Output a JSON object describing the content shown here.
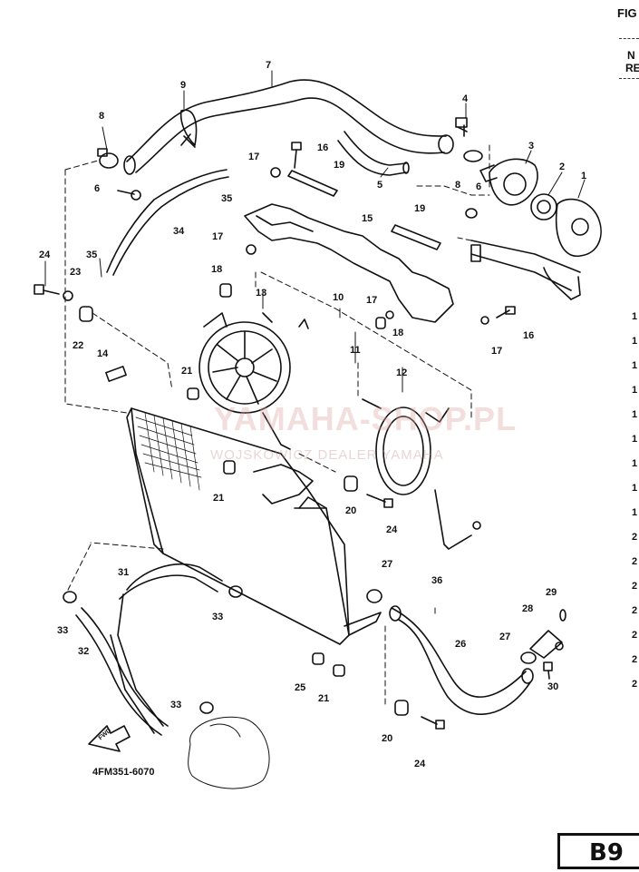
{
  "header": {
    "fig": "FIG",
    "n": "N",
    "re": "RE"
  },
  "diagram_code": "4FM351-6070",
  "fwd_label": "FWD",
  "page_box": "B9",
  "watermark": {
    "brand": "YAMAHA-SHOP.PL",
    "tagline": "WOJSKOWICZ DEALER YAMAHA"
  },
  "right_column_cut": [
    "1",
    "1",
    "1",
    "1",
    "1",
    "1",
    "1",
    "1",
    "1",
    "2",
    "2",
    "2",
    "2",
    "2",
    "2",
    "2"
  ],
  "callouts": [
    {
      "id": "c1",
      "t": "1"
    },
    {
      "id": "c2",
      "t": "2"
    },
    {
      "id": "c3",
      "t": "3"
    },
    {
      "id": "c4",
      "t": "4"
    },
    {
      "id": "c5",
      "t": "5"
    },
    {
      "id": "c6a",
      "t": "6"
    },
    {
      "id": "c6b",
      "t": "6"
    },
    {
      "id": "c7",
      "t": "7"
    },
    {
      "id": "c8a",
      "t": "8"
    },
    {
      "id": "c8b",
      "t": "8"
    },
    {
      "id": "c9",
      "t": "9"
    },
    {
      "id": "c10",
      "t": "10"
    },
    {
      "id": "c11",
      "t": "11"
    },
    {
      "id": "c12",
      "t": "12"
    },
    {
      "id": "c13",
      "t": "13"
    },
    {
      "id": "c14",
      "t": "14"
    },
    {
      "id": "c15",
      "t": "15"
    },
    {
      "id": "c16a",
      "t": "16"
    },
    {
      "id": "c16b",
      "t": "16"
    },
    {
      "id": "c17a",
      "t": "17"
    },
    {
      "id": "c17b",
      "t": "17"
    },
    {
      "id": "c17c",
      "t": "17"
    },
    {
      "id": "c17d",
      "t": "17"
    },
    {
      "id": "c18a",
      "t": "18"
    },
    {
      "id": "c18b",
      "t": "18"
    },
    {
      "id": "c19a",
      "t": "19"
    },
    {
      "id": "c19b",
      "t": "19"
    },
    {
      "id": "c20a",
      "t": "20"
    },
    {
      "id": "c20b",
      "t": "20"
    },
    {
      "id": "c21a",
      "t": "21"
    },
    {
      "id": "c21b",
      "t": "21"
    },
    {
      "id": "c21c",
      "t": "21"
    },
    {
      "id": "c22",
      "t": "22"
    },
    {
      "id": "c23",
      "t": "23"
    },
    {
      "id": "c24a",
      "t": "24"
    },
    {
      "id": "c24b",
      "t": "24"
    },
    {
      "id": "c24c",
      "t": "24"
    },
    {
      "id": "c25",
      "t": "25"
    },
    {
      "id": "c26",
      "t": "26"
    },
    {
      "id": "c27a",
      "t": "27"
    },
    {
      "id": "c27b",
      "t": "27"
    },
    {
      "id": "c28",
      "t": "28"
    },
    {
      "id": "c29",
      "t": "29"
    },
    {
      "id": "c30",
      "t": "30"
    },
    {
      "id": "c31",
      "t": "31"
    },
    {
      "id": "c32",
      "t": "32"
    },
    {
      "id": "c33a",
      "t": "33"
    },
    {
      "id": "c33b",
      "t": "33"
    },
    {
      "id": "c33c",
      "t": "33"
    },
    {
      "id": "c34",
      "t": "34"
    },
    {
      "id": "c35a",
      "t": "35"
    },
    {
      "id": "c35b",
      "t": "35"
    },
    {
      "id": "c36",
      "t": "36"
    }
  ]
}
